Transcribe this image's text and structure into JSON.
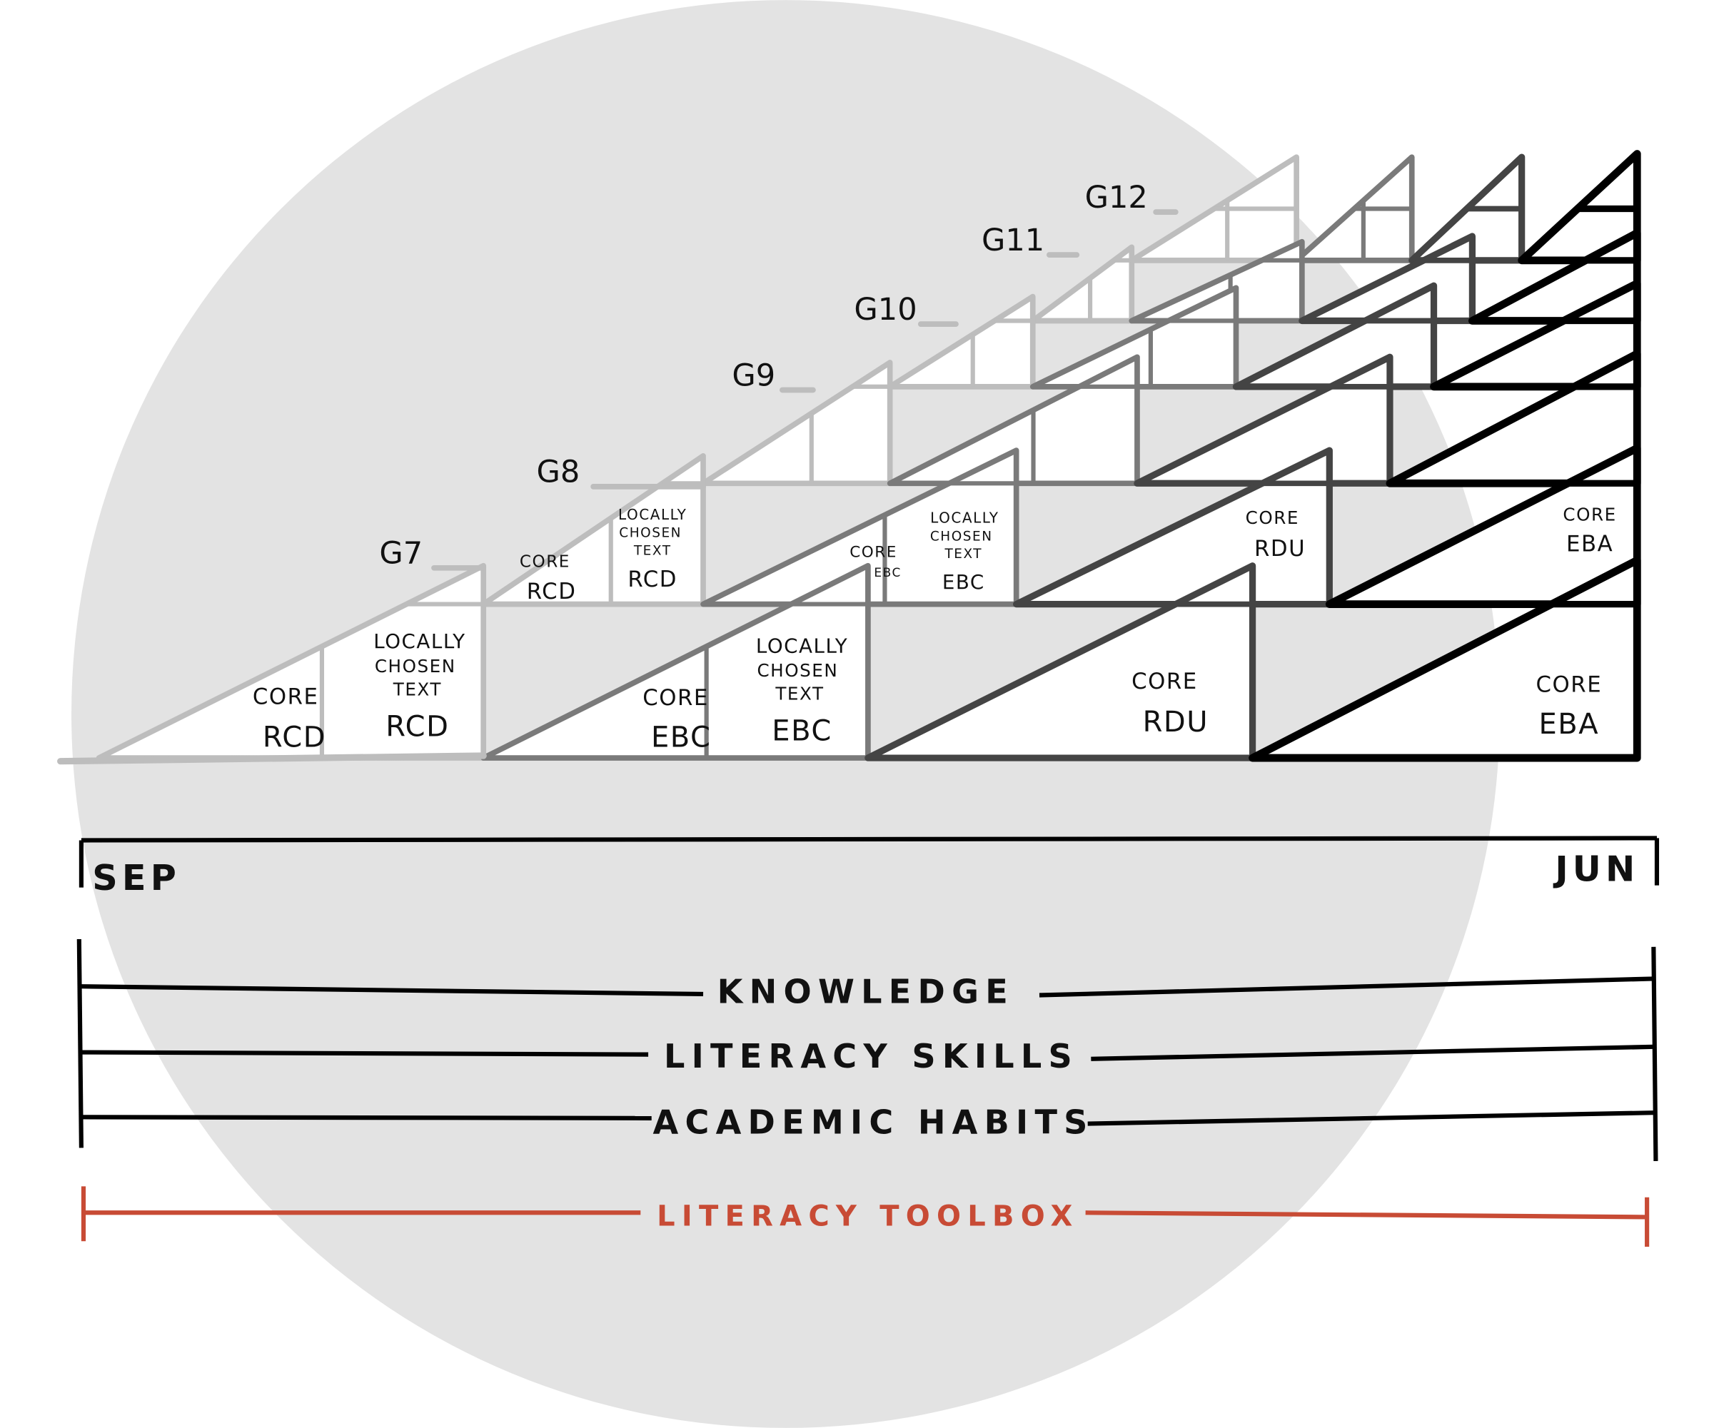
{
  "title": "Grade progression of literacy units",
  "colors": {
    "circle": "#e3e3e3",
    "quarter_1": "#bdbdbd",
    "quarter_2": "#7a7a7a",
    "quarter_3": "#444444",
    "quarter_4": "#000000",
    "toolbox": "#c84b35"
  },
  "grades": [
    "G7",
    "G8",
    "G9",
    "G10",
    "G11",
    "G12"
  ],
  "cells": {
    "g7": {
      "core_rcd": [
        "CORE",
        "RCD"
      ],
      "local_rcd": [
        "LOCALLY",
        "CHOSEN",
        "TEXT",
        "RCD"
      ],
      "core_ebc": [
        "CORE",
        "EBC"
      ],
      "local_ebc": [
        "LOCALLY",
        "CHOSEN",
        "TEXT",
        "EBC"
      ],
      "core_rdu": [
        "CORE",
        "RDU"
      ],
      "core_eba": [
        "CORE",
        "EBA"
      ]
    },
    "g8": {
      "core_rcd": [
        "CORE",
        "RCD"
      ],
      "local_rcd": [
        "LOCALLY",
        "CHOSEN",
        "TEXT",
        "RCD"
      ],
      "core_ebc": [
        "CORE",
        "EBC"
      ],
      "local_ebc": [
        "LOCALLY",
        "CHOSEN",
        "TEXT",
        "EBC"
      ],
      "core_rdu": [
        "CORE",
        "RDU"
      ],
      "core_eba": [
        "CORE",
        "EBA"
      ]
    }
  },
  "timeline": {
    "start": "SEP",
    "end": "JUN"
  },
  "strands": [
    "KNOWLEDGE",
    "LITERACY SKILLS",
    "ACADEMIC HABITS"
  ],
  "toolbox": "LITERACY TOOLBOX"
}
